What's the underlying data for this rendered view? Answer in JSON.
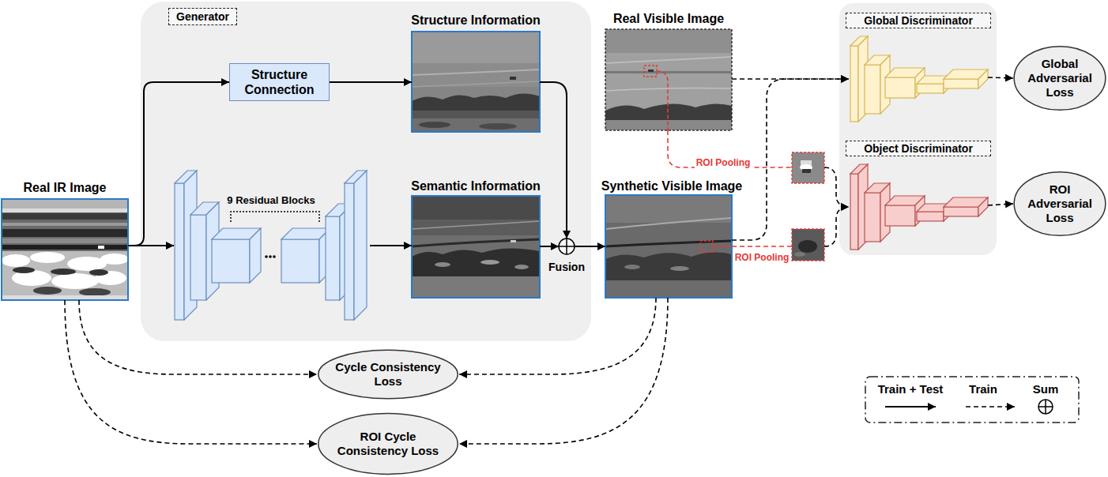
{
  "diagram": {
    "nodes": [
      {
        "text": [
          "Real IR Image"
        ]
      },
      {
        "text": [
          "Generator"
        ]
      },
      {
        "text": [
          "Structure Connection"
        ],
        "in": 1
      },
      {
        "text": [
          "Structure Information"
        ],
        "in": 1
      },
      {
        "text": [
          "9 Residual Blocks"
        ],
        "in": 1
      },
      {
        "text": [
          "Semantic Information"
        ],
        "in": 1
      },
      {
        "text": [
          "Fusion"
        ],
        "in": 1
      },
      {
        "text": [
          "Real Visible Image"
        ]
      },
      {
        "text": [
          "Synthetic Visible Image"
        ]
      },
      {
        "text": [
          "Global Discriminator"
        ]
      },
      {
        "text": [
          "Object Discriminator"
        ]
      },
      {
        "text": [
          "Global Adversarial Loss"
        ]
      },
      {
        "text": [
          "ROI Adversarial Loss"
        ]
      },
      {
        "text": [
          "Cycle Consistency Loss"
        ]
      },
      {
        "text": [
          "ROI Cycle Consistency Loss"
        ]
      }
    ],
    "edges": [
      {
        "from": 0,
        "to": 2,
        "arrow": "to"
      },
      {
        "from": 2,
        "to": 3,
        "arrow": "to"
      },
      {
        "from": 0,
        "to": 4,
        "arrow": "to"
      },
      {
        "from": 4,
        "to": 5,
        "arrow": "to"
      },
      {
        "from": 3,
        "to": 6,
        "arrow": "to"
      },
      {
        "from": 5,
        "to": 6,
        "arrow": "to"
      },
      {
        "from": 6,
        "to": 8,
        "arrow": "to"
      },
      {
        "from": 7,
        "to": 9,
        "arrow": "to"
      },
      {
        "from": 8,
        "to": 9,
        "arrow": "to"
      },
      {
        "from": 7,
        "to": 10,
        "label": "ROI Pooling",
        "arrow": "to"
      },
      {
        "from": 8,
        "to": 10,
        "label": "ROI Pooling",
        "arrow": "to"
      },
      {
        "from": 9,
        "to": 11,
        "arrow": "to"
      },
      {
        "from": 10,
        "to": 12,
        "arrow": "to"
      },
      {
        "from": 0,
        "to": 13,
        "arrow": "to"
      },
      {
        "from": 8,
        "to": 13,
        "arrow": "to"
      },
      {
        "from": 0,
        "to": 14,
        "arrow": "to"
      },
      {
        "from": 8,
        "to": 14,
        "arrow": "to"
      }
    ],
    "legend": [
      {
        "text": "Train + Test"
      },
      {
        "text": "Train"
      },
      {
        "text": "Sum"
      }
    ]
  }
}
